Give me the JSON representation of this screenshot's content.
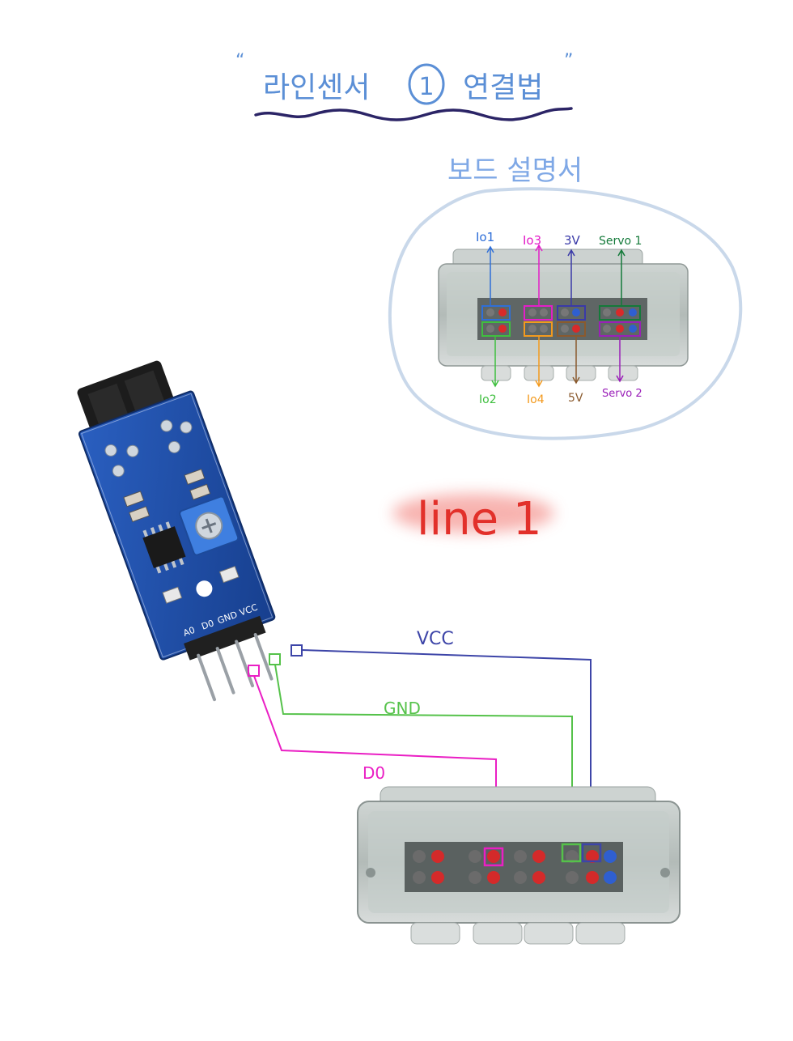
{
  "title": {
    "text": "라인센서 ① 연결법",
    "left_text": "라인센서",
    "circle_number": "1",
    "right_text": "연결법",
    "color": "#5b8fd6",
    "underline_color": "#2b2466"
  },
  "board_legend": {
    "heading": "보드 설명서",
    "heading_color": "#7fa8e6",
    "outline_color": "#c9d8ea",
    "top_labels": [
      {
        "text": "Io1",
        "color": "#2f6fd8"
      },
      {
        "text": "Io3",
        "color": "#e31ec8"
      },
      {
        "text": "3V",
        "color": "#3a3aa8"
      },
      {
        "text": "Servo 1",
        "color": "#147a3a"
      }
    ],
    "bottom_labels": [
      {
        "text": "Io2",
        "color": "#3fbf3f"
      },
      {
        "text": "Io4",
        "color": "#f39a1e"
      },
      {
        "text": "5V",
        "color": "#8a5a2e"
      },
      {
        "text": "Servo 2",
        "color": "#9a1fb8"
      }
    ]
  },
  "section_title": {
    "text": "line 1",
    "color": "#e2302a",
    "glow": "#f59a95"
  },
  "sensor": {
    "pin_labels": [
      "A0",
      "D0",
      "GND",
      "VCC"
    ],
    "board_color": "#1f4fa8",
    "pot_color": "#3f7fe0"
  },
  "wires": [
    {
      "label": "VCC",
      "color": "#3d45a8"
    },
    {
      "label": "GND",
      "color": "#55c24a"
    },
    {
      "label": "D0",
      "color": "#ea1fc4"
    }
  ],
  "icons": {
    "sensor": "ir-line-sensor-module-image",
    "board": "controller-board-image",
    "potentiometer": "potentiometer-icon"
  }
}
